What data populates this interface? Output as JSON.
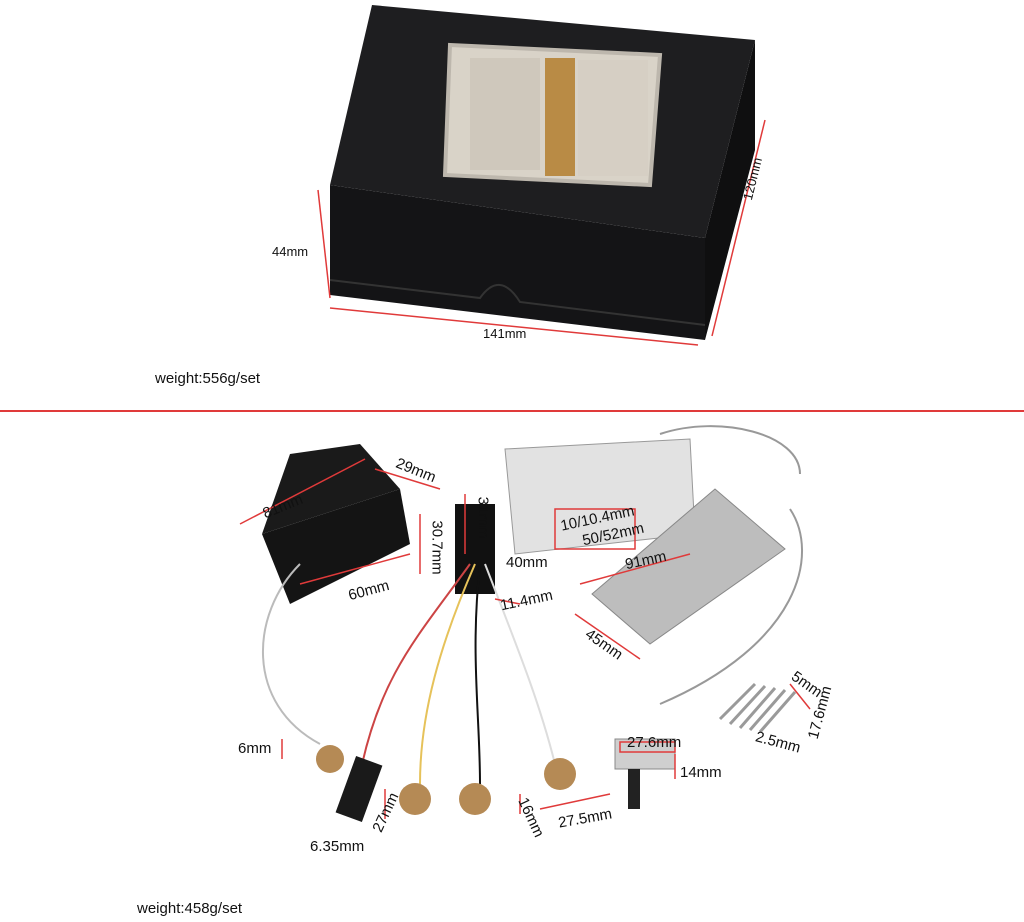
{
  "box_section": {
    "dimensions": {
      "height": "44mm",
      "width": "141mm",
      "depth": "120mm"
    },
    "weight": "weight:556g/set"
  },
  "kit_section": {
    "dimensions": {
      "battery_box_length": "81mm",
      "battery_box_depth": "29mm",
      "battery_box_height": "30.7mm",
      "battery_box_base": "60mm",
      "pickup_spacing": "10/10.4mm",
      "pickup_pole_span": "50/52mm",
      "connector_height": "31mm",
      "connector_depth": "40mm",
      "connector_width": "11.4mm",
      "pickup_length": "91mm",
      "pickup_width": "45mm",
      "screw_head": "5mm",
      "screw_length": "17.6mm",
      "screw_diameter": "2.5mm",
      "pot_shaft": "6mm",
      "jack_size": "6.35mm",
      "jack_length": "27mm",
      "pot_height": "16mm",
      "pot_spacing": "27.5mm",
      "switch_width": "27.6mm",
      "switch_height": "14mm"
    },
    "weight": "weight:458g/set"
  },
  "colors": {
    "accent_red": "#e03a3a",
    "box_black": "#1c1c1e",
    "chrome": "#c9c9c9"
  }
}
